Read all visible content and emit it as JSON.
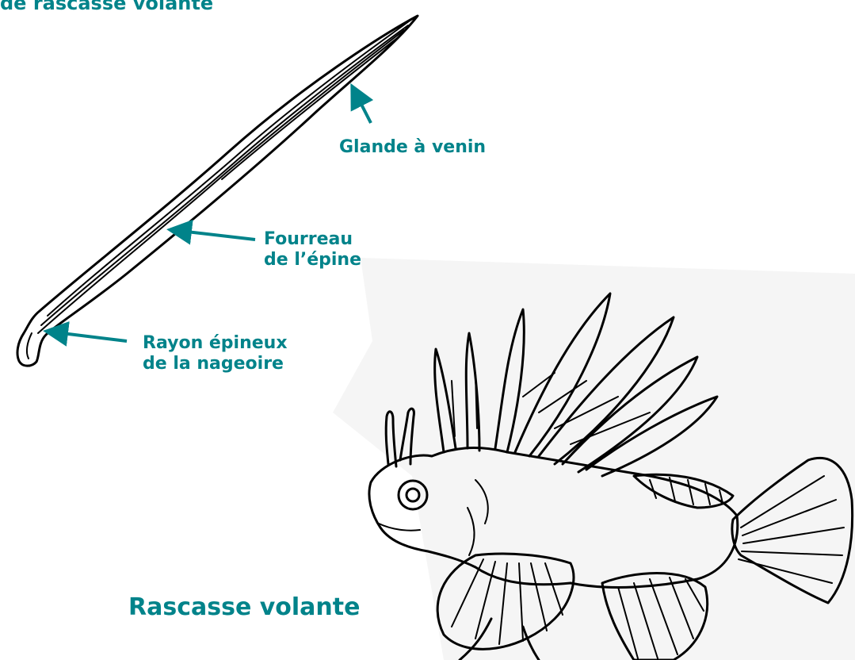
{
  "title": "de rascasse volante",
  "labels": {
    "gland": "Glande à venin",
    "sheath_line1": "Fourreau",
    "sheath_line2": "de l’épine",
    "ray_line1": "Rayon épineux",
    "ray_line2": "de la nageoire",
    "fish": "Rascasse volante"
  },
  "colors": {
    "label": "#00838a",
    "ink": "#000000",
    "background": "#ffffff"
  }
}
